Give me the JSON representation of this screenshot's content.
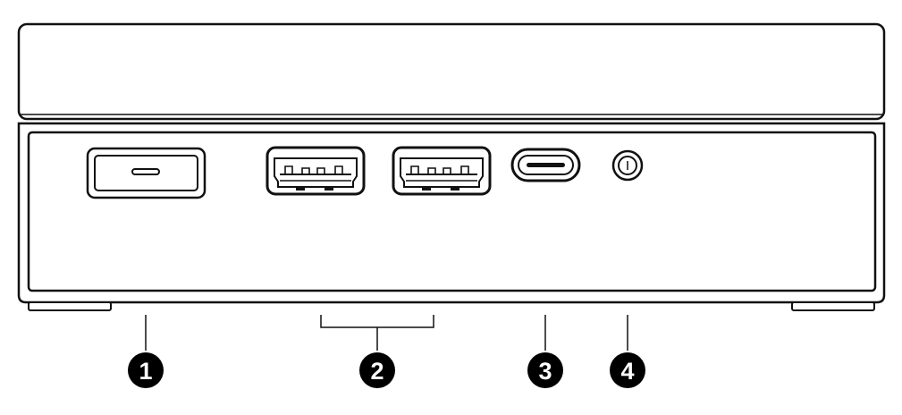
{
  "device": {
    "name": "mini-pc-front-panel",
    "colors": {
      "outline": "#111111",
      "body_fill": "#ffffff",
      "callout_fill": "#000000",
      "callout_text": "#ffffff"
    }
  },
  "components": [
    {
      "id": "power-button",
      "icon": "power-button-icon"
    },
    {
      "id": "usb-a-port-1",
      "icon": "usb-a-icon"
    },
    {
      "id": "usb-a-port-2",
      "icon": "usb-a-icon"
    },
    {
      "id": "usb-c-port",
      "icon": "usb-c-icon"
    },
    {
      "id": "audio-jack",
      "icon": "audio-jack-icon"
    }
  ],
  "callouts": [
    {
      "number": "1",
      "target": "power-button"
    },
    {
      "number": "2",
      "target": "usb-a-ports"
    },
    {
      "number": "3",
      "target": "usb-c-port"
    },
    {
      "number": "4",
      "target": "audio-jack"
    }
  ]
}
